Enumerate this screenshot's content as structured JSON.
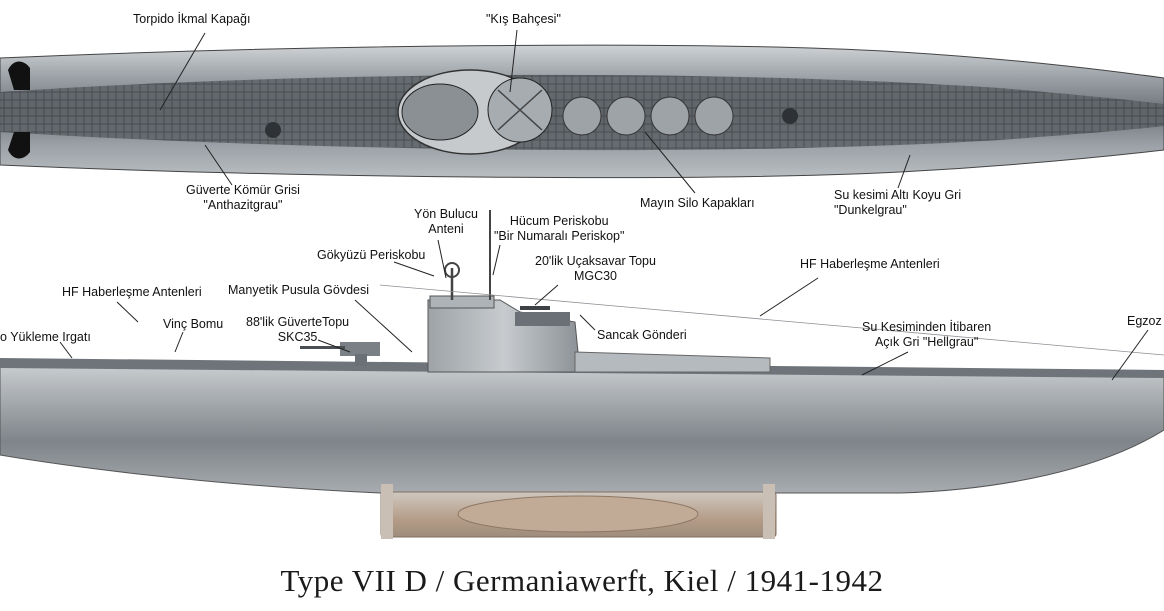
{
  "title": "Type VII D /  Germaniawerft, Kiel  / 1941-1942",
  "labels": {
    "torpedo_hatch": "Torpido İkmal Kapağı",
    "winter_garden": "\"Kış Bahçesi\"",
    "deck_color_1": "Güverte Kömür Grisi",
    "deck_color_2": "\"Anthazitgrau\"",
    "mine_shafts": "Mayın Silo Kapakları",
    "below_waterline_1": "Su kesimi Altı Koyu Gri",
    "below_waterline_2": "\"Dunkelgrau\"",
    "direction_finder_1": "Yön Bulucu",
    "direction_finder_2": "Anteni",
    "attack_periscope_1": "Hücum Periskobu",
    "attack_periscope_2": "\"Bir Numaralı Periskop\"",
    "sky_periscope": "Gökyüzü Periskobu",
    "aa_gun_1": "20'lik Uçaksavar Topu",
    "aa_gun_2": "MGC30",
    "hf_antennas_left": "HF Haberleşme Antenleri",
    "hf_antennas_right": "HF Haberleşme Antenleri",
    "compass_housing": "Manyetik Pusula Gövdesi",
    "crane_boom": "Vinç Bomu",
    "loading_capstan": "o Yükleme Irgatı",
    "deck_gun_1": "88'lik GüverteTopu",
    "deck_gun_2": "SKC35",
    "flagstaff": "Sancak Gönderi",
    "above_waterline_1": "Su Kesiminden İtibaren",
    "above_waterline_2": "Açık Gri \"Hellgrau\"",
    "exhaust": "Egzoz"
  }
}
